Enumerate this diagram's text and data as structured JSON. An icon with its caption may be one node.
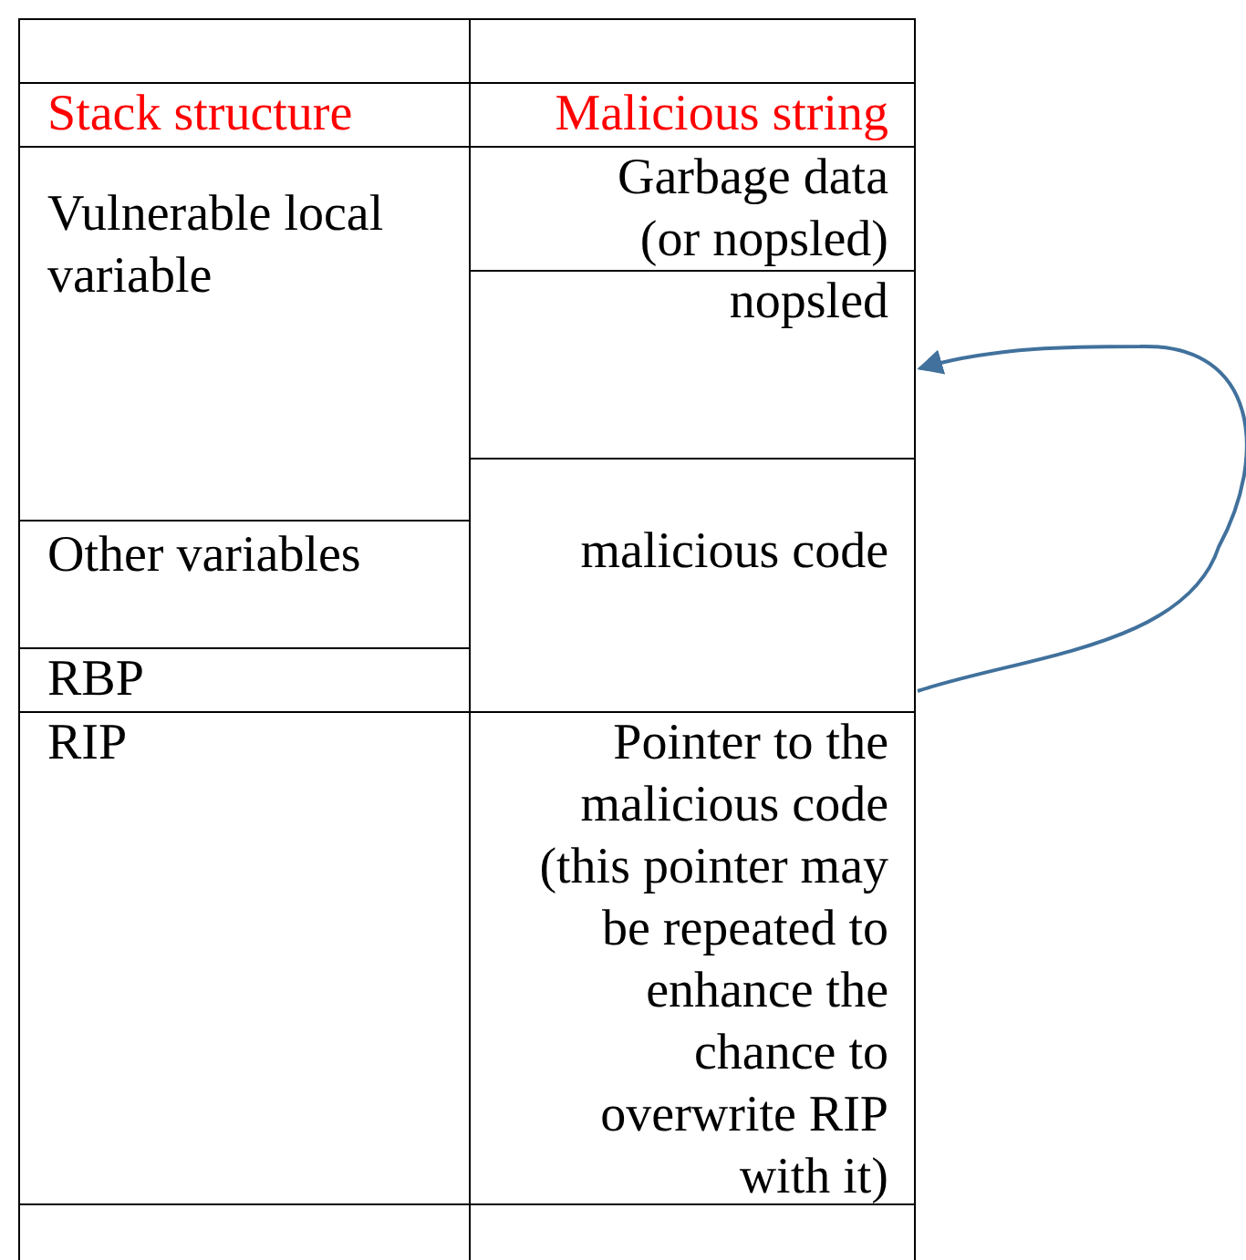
{
  "diagram": {
    "nodes": [
      {
        "text": [],
        "shape": "box"
      },
      {
        "text": [],
        "shape": "box"
      },
      {
        "text": [
          "Stack structure"
        ]
      },
      {
        "text": [
          "Malicious string"
        ]
      },
      {
        "text": [
          "Vulnerable local variable"
        ]
      },
      {
        "text": [
          "Garbage data (or nopsled)"
        ]
      },
      {
        "text": [
          "nopsled"
        ]
      },
      {
        "text": [
          "Other variables"
        ]
      },
      {
        "text": [
          "malicious code"
        ]
      },
      {
        "text": [
          "RBP"
        ]
      },
      {
        "text": [
          "RIP"
        ]
      },
      {
        "text": [
          "Pointer to the malicious code (this pointer may be repeated to enhance the chance to overwrite RIP with it)"
        ]
      },
      {
        "text": [],
        "shape": "box"
      },
      {
        "text": [],
        "shape": "box"
      }
    ],
    "edges": [
      {
        "from": 8,
        "to": 6,
        "arrow": "to",
        "color": "#41719c"
      }
    ]
  }
}
